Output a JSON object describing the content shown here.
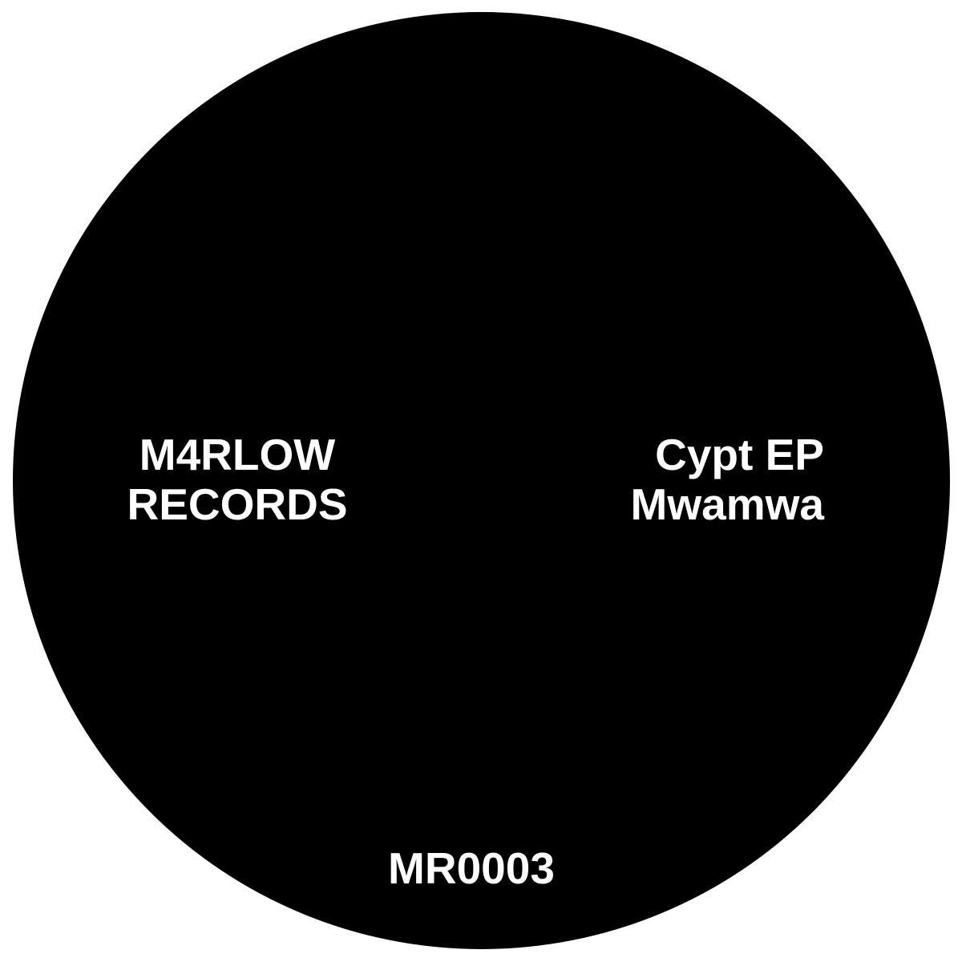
{
  "label": {
    "background_color": "#ffffff",
    "disc_color": "#000000",
    "text_color": "#ffffff",
    "record_label": {
      "line1": "M4RLOW",
      "line2": "RECORDS"
    },
    "release": {
      "title": "Cypt EP",
      "artist": "Mwamwa"
    },
    "catalog_number": "MR0003"
  }
}
